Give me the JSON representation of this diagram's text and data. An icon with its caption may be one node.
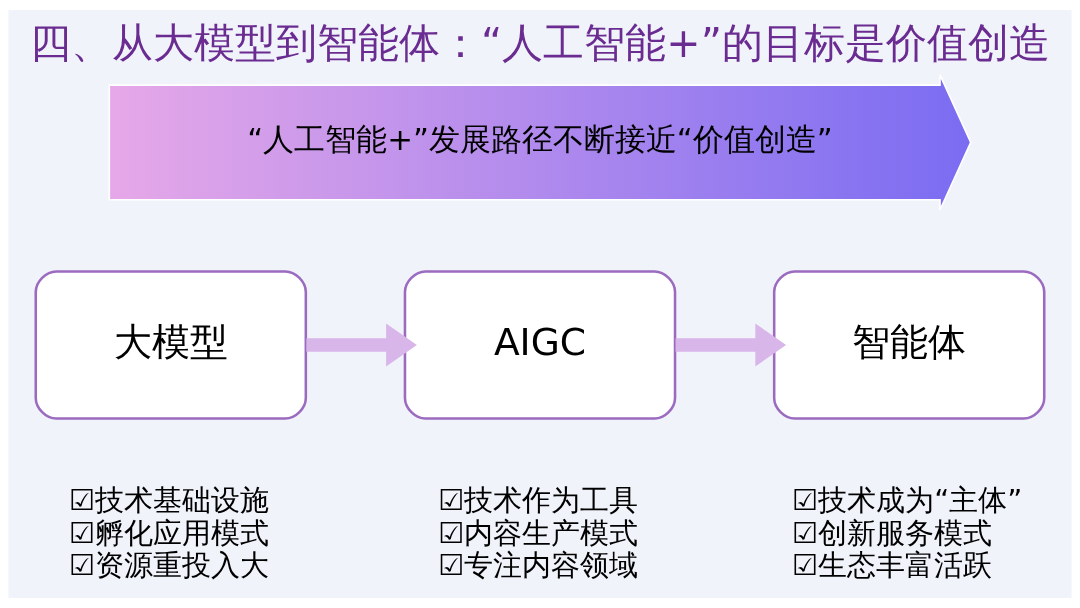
{
  "diagram": {
    "title": "四、从大模型到智能体：“人工智能+”的目标是价值创造",
    "nodes": [
      {
        "text": [
          "“人工智能+”发展路径不断接近“价值创造”"
        ]
      },
      {
        "text": [
          "大模型"
        ],
        "beside": [
          "☑技术基础设施",
          "☑孵化应用模式",
          "☑资源重投入大"
        ]
      },
      {
        "text": [
          "AIGC"
        ],
        "beside": [
          "☑技术作为工具",
          "☑内容生产模式",
          "☑专注内容领域"
        ]
      },
      {
        "text": [
          "智能体"
        ],
        "beside": [
          "☑技术成为“主体”",
          "☑创新服务模式",
          "☑生态丰富活跃"
        ]
      }
    ],
    "edges": [
      {
        "from": 1,
        "to": 2,
        "arrow": "to"
      },
      {
        "from": 2,
        "to": 3,
        "arrow": "to"
      }
    ]
  }
}
